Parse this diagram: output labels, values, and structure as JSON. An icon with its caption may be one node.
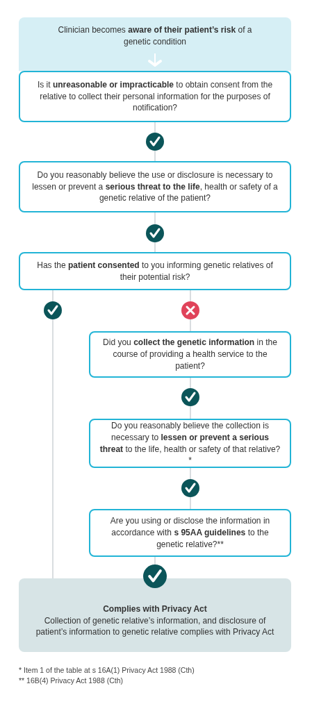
{
  "diagram": {
    "nodes": [
      {
        "text": [
          "Clinician becomes **aware of their patient’s risk** of a genetic condition"
        ]
      },
      {
        "text": [
          "Is it **unreasonable or impracticable** to obtain consent from the relative to collect their personal information for the purposes of notification?"
        ]
      },
      {
        "text": [
          "Do you reasonably believe the use or disclosure is necessary to lessen or prevent a **serious threat to the life**, health or safety of a genetic relative of the patient?"
        ]
      },
      {
        "text": [
          "Has the **patient consented** to you informing genetic relatives of their potential risk?"
        ]
      },
      {
        "text": [
          "Did you **collect the genetic information** in the course of providing a health service to the patient?"
        ]
      },
      {
        "text": [
          "Do you reasonably believe the collection is necessary to **lessen or prevent a serious threat** to the life, health or safety of that relative?*"
        ]
      },
      {
        "text": [
          "Are you using or disclose the information in accordance with **s 95AA guidelines** to the genetic relative?**"
        ]
      },
      {
        "text": [
          "Complies with Privacy Act",
          "Collection of genetic relative’s information, and disclosure of patient’s information to genetic relative complies with Privacy Act"
        ]
      }
    ],
    "edges": [
      {
        "from": 0,
        "to": 1,
        "arrow": "to"
      },
      {
        "from": 1,
        "to": 2,
        "arrow": "none"
      },
      {
        "from": 2,
        "to": 3,
        "arrow": "none"
      },
      {
        "from": 3,
        "to": 7,
        "arrow": "none"
      },
      {
        "from": 3,
        "to": 4,
        "arrow": "none"
      },
      {
        "from": 4,
        "to": 5,
        "arrow": "none"
      },
      {
        "from": 5,
        "to": 6,
        "arrow": "none"
      },
      {
        "from": 6,
        "to": 7,
        "arrow": "none"
      }
    ],
    "labels": [
      "* Item 1 of the table at s 16A(1) Privacy Act 1988 (Cth)",
      "** 16B(4) Privacy Act 1988 (Cth)"
    ]
  }
}
